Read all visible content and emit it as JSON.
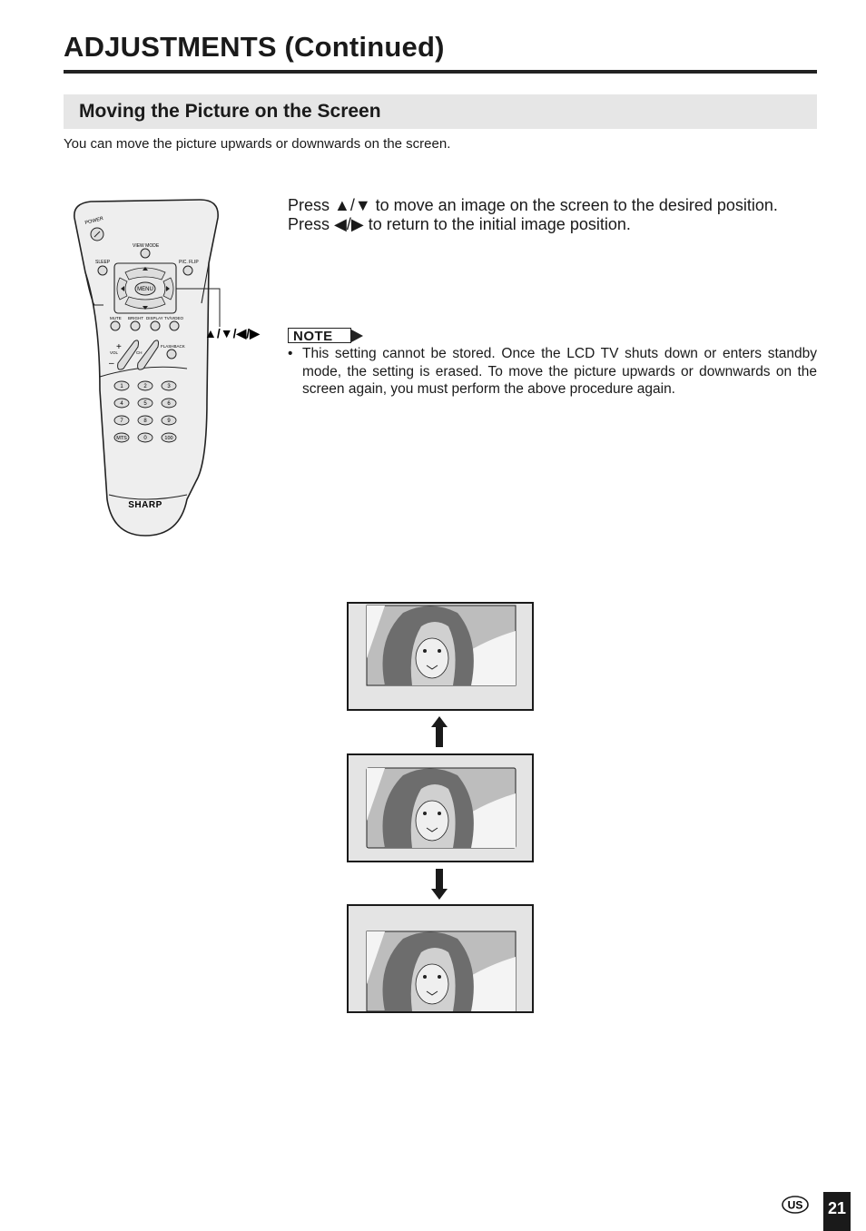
{
  "page": {
    "title": "ADJUSTMENTS (Continued)",
    "section_title": "Moving the Picture on the Screen",
    "intro": "You can move the picture upwards or downwards on the screen."
  },
  "instructions": {
    "line1": "Press ▲/▼ to move an image on the screen to the desired position.",
    "line2": "Press ◀/▶ to return to the initial image position."
  },
  "remote": {
    "callout_label": "▲/▼/◀/▶",
    "brand": "SHARP",
    "labels": {
      "power": "POWER",
      "view_mode": "VIEW MODE",
      "sleep": "SLEEP",
      "pic_flip": "PIC. FLIP",
      "menu": "MENU",
      "mute": "MUTE",
      "bright": "BRIGHT",
      "display": "DISPLAY",
      "tv_video": "TV/VIDEO",
      "flashback": "FLASHBACK",
      "vol": "VOL",
      "ch": "CH",
      "plus": "+",
      "minus": "–"
    },
    "keypad": [
      "1",
      "2",
      "3",
      "4",
      "5",
      "6",
      "7",
      "8",
      "9",
      "MTS",
      "0",
      "100"
    ]
  },
  "note": {
    "label": "NOTE",
    "bullet": "•",
    "text": "This setting cannot be stored. Once the LCD TV shuts down or enters standby mode, the setting is erased. To move the picture upwards or downwards on the screen again, you must perform the above procedure again."
  },
  "illustration": {
    "frames": [
      "picture-moved-up",
      "picture-center",
      "picture-moved-down"
    ],
    "arrows": [
      "up",
      "down"
    ]
  },
  "footer": {
    "region": "US",
    "page_number": "21"
  }
}
